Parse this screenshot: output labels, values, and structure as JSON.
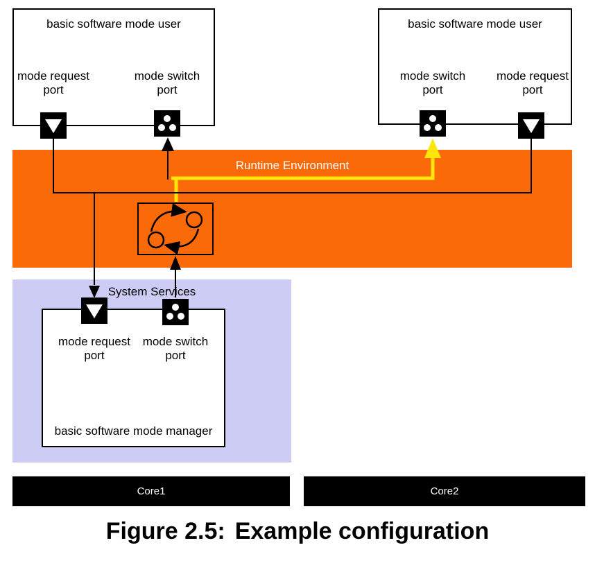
{
  "colors": {
    "orange": "#FB6A08",
    "yellow": "#FFE60A",
    "lavender": "#CCCCF4",
    "line": "#000000",
    "paper": "#FFFFFF"
  },
  "icons": {
    "mode_request_port": "black-square-white-triangle-down",
    "mode_switch_port": "black-square-three-white-dots",
    "mode_machine": "two-state-cycle"
  },
  "diagram": {
    "user_left": {
      "title": "basic software mode user",
      "request_label": "mode request\nport",
      "switch_label": "mode switch\nport"
    },
    "user_right": {
      "title": "basic software mode user",
      "switch_label": "mode switch\nport",
      "request_label": "mode request\nport"
    },
    "runtime_environment": {
      "label": "Runtime Environment"
    },
    "system_services": {
      "label": "System Services"
    },
    "manager": {
      "title": "basic software mode manager",
      "request_label": "mode request\nport",
      "switch_label": "mode switch\nport"
    },
    "cores": {
      "core1": "Core1",
      "core2": "Core2"
    }
  },
  "caption": {
    "prefix": "Figure 2.5:",
    "title": "Example configuration"
  }
}
